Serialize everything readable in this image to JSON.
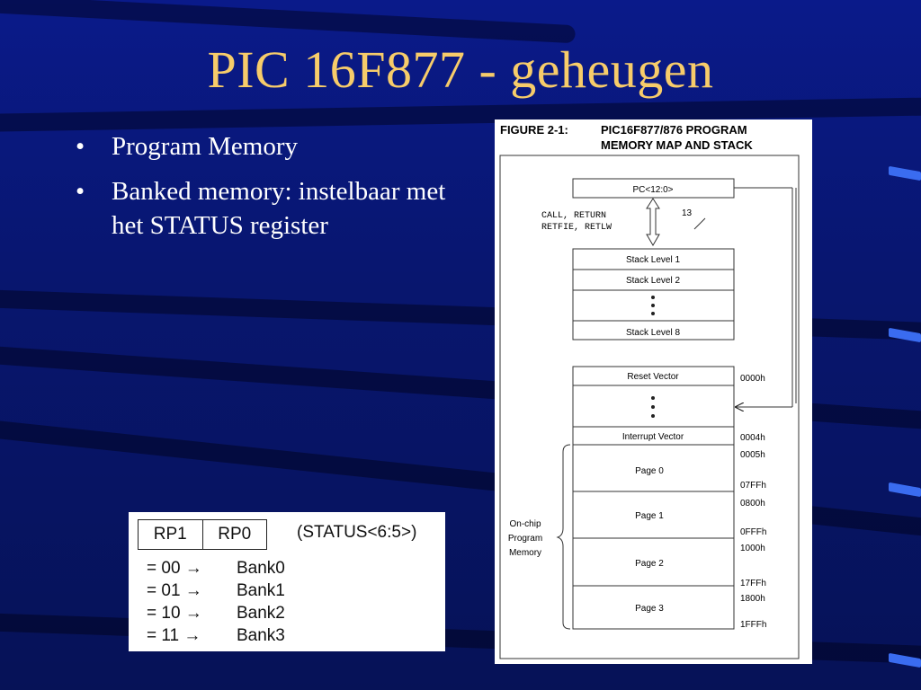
{
  "slide": {
    "title": "PIC 16F877 - geheugen",
    "bullets": [
      "Program Memory",
      "Banked memory: instelbaar met het STATUS register"
    ]
  },
  "status_box": {
    "rp1": "RP1",
    "rp0": "RP0",
    "status_label": "(STATUS<6:5>)",
    "banks": [
      {
        "code": "= 00 →",
        "bank": "Bank0"
      },
      {
        "code": "= 01 →",
        "bank": "Bank1"
      },
      {
        "code": "= 10 →",
        "bank": "Bank2"
      },
      {
        "code": "= 11 →",
        "bank": "Bank3"
      }
    ]
  },
  "figure": {
    "caption_num": "FIGURE 2-1:",
    "caption_line1": "PIC16F877/876 PROGRAM",
    "caption_line2": "MEMORY MAP AND STACK",
    "pc_label": "PC<12:0>",
    "call_label1": "CALL, RETURN",
    "call_label2": "RETFIE, RETLW",
    "bus_width": "13",
    "stack": [
      "Stack Level 1",
      "Stack Level 2",
      "Stack Level 8"
    ],
    "reset_vector": "Reset Vector",
    "interrupt_vector": "Interrupt Vector",
    "pages": [
      "Page 0",
      "Page 1",
      "Page 2",
      "Page 3"
    ],
    "onchip": [
      "On-chip",
      "Program",
      "Memory"
    ],
    "addresses": [
      "0000h",
      "0004h",
      "0005h",
      "07FFh",
      "0800h",
      "0FFFh",
      "1000h",
      "17FFh",
      "1800h",
      "1FFFh"
    ]
  }
}
